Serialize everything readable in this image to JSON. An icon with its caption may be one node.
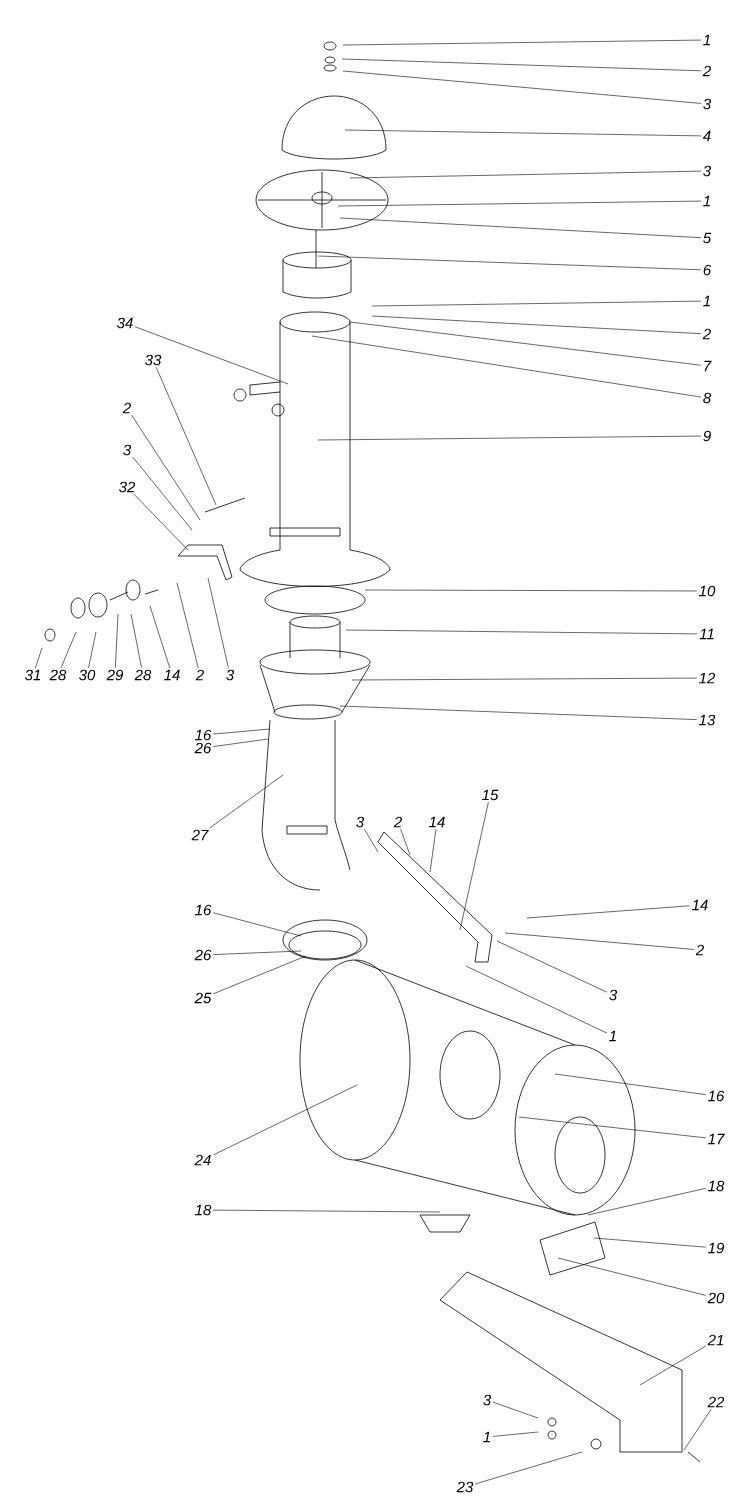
{
  "diagram": {
    "nodes": [
      {
        "text": [
          "1"
        ]
      },
      {
        "text": [
          "2"
        ]
      },
      {
        "text": [
          "3"
        ]
      },
      {
        "text": [
          "4"
        ]
      },
      {
        "text": [
          "3"
        ]
      },
      {
        "text": [
          "1"
        ]
      },
      {
        "text": [
          "5"
        ]
      },
      {
        "text": [
          "6"
        ]
      },
      {
        "text": [
          "1"
        ]
      },
      {
        "text": [
          "2"
        ]
      },
      {
        "text": [
          "7"
        ]
      },
      {
        "text": [
          "8"
        ]
      },
      {
        "text": [
          "9"
        ]
      },
      {
        "text": [
          "10"
        ]
      },
      {
        "text": [
          "11"
        ]
      },
      {
        "text": [
          "12"
        ]
      },
      {
        "text": [
          "13"
        ]
      },
      {
        "text": [
          "34"
        ]
      },
      {
        "text": [
          "33"
        ]
      },
      {
        "text": [
          "2"
        ]
      },
      {
        "text": [
          "3"
        ]
      },
      {
        "text": [
          "32"
        ]
      },
      {
        "text": [
          "31"
        ]
      },
      {
        "text": [
          "28"
        ]
      },
      {
        "text": [
          "30"
        ]
      },
      {
        "text": [
          "29"
        ]
      },
      {
        "text": [
          "28"
        ]
      },
      {
        "text": [
          "14"
        ]
      },
      {
        "text": [
          "2"
        ]
      },
      {
        "text": [
          "3"
        ]
      },
      {
        "text": [
          "16"
        ]
      },
      {
        "text": [
          "26"
        ]
      },
      {
        "text": [
          "27"
        ]
      },
      {
        "text": [
          "3"
        ]
      },
      {
        "text": [
          "2"
        ]
      },
      {
        "text": [
          "14"
        ]
      },
      {
        "text": [
          "15"
        ]
      },
      {
        "text": [
          "14"
        ]
      },
      {
        "text": [
          "2"
        ]
      },
      {
        "text": [
          "3"
        ]
      },
      {
        "text": [
          "1"
        ]
      },
      {
        "text": [
          "16"
        ]
      },
      {
        "text": [
          "26"
        ]
      },
      {
        "text": [
          "25"
        ]
      },
      {
        "text": [
          "16"
        ]
      },
      {
        "text": [
          "24"
        ]
      },
      {
        "text": [
          "17"
        ]
      },
      {
        "text": [
          "18"
        ]
      },
      {
        "text": [
          "18"
        ]
      },
      {
        "text": [
          "19"
        ]
      },
      {
        "text": [
          "20"
        ]
      },
      {
        "text": [
          "21"
        ]
      },
      {
        "text": [
          "3"
        ]
      },
      {
        "text": [
          "1"
        ]
      },
      {
        "text": [
          "22"
        ]
      },
      {
        "text": [
          "23"
        ]
      }
    ],
    "edges": [
      {
        "from": 0,
        "to": null,
        "arrow": "none"
      },
      {
        "from": 1,
        "to": null,
        "arrow": "none"
      },
      {
        "from": 2,
        "to": null,
        "arrow": "none"
      },
      {
        "from": 3,
        "to": null,
        "arrow": "none"
      },
      {
        "from": 4,
        "to": null,
        "arrow": "none"
      },
      {
        "from": 5,
        "to": null,
        "arrow": "none"
      },
      {
        "from": 6,
        "to": null,
        "arrow": "none"
      },
      {
        "from": 7,
        "to": null,
        "arrow": "none"
      },
      {
        "from": 8,
        "to": null,
        "arrow": "none"
      },
      {
        "from": 9,
        "to": null,
        "arrow": "none"
      },
      {
        "from": 10,
        "to": null,
        "arrow": "none"
      },
      {
        "from": 11,
        "to": null,
        "arrow": "none"
      },
      {
        "from": 12,
        "to": null,
        "arrow": "none"
      },
      {
        "from": 13,
        "to": null,
        "arrow": "none"
      },
      {
        "from": 14,
        "to": null,
        "arrow": "none"
      },
      {
        "from": 15,
        "to": null,
        "arrow": "none"
      },
      {
        "from": 16,
        "to": null,
        "arrow": "none"
      },
      {
        "from": 17,
        "to": null,
        "arrow": "none"
      },
      {
        "from": 18,
        "to": null,
        "arrow": "none"
      },
      {
        "from": 19,
        "to": null,
        "arrow": "none"
      },
      {
        "from": 20,
        "to": null,
        "arrow": "none"
      },
      {
        "from": 21,
        "to": null,
        "arrow": "none"
      },
      {
        "from": 22,
        "to": null,
        "arrow": "none"
      },
      {
        "from": 23,
        "to": null,
        "arrow": "none"
      },
      {
        "from": 24,
        "to": null,
        "arrow": "none"
      },
      {
        "from": 25,
        "to": null,
        "arrow": "none"
      },
      {
        "from": 26,
        "to": null,
        "arrow": "none"
      },
      {
        "from": 27,
        "to": null,
        "arrow": "none"
      },
      {
        "from": 28,
        "to": null,
        "arrow": "none"
      },
      {
        "from": 29,
        "to": null,
        "arrow": "none"
      },
      {
        "from": 30,
        "to": null,
        "arrow": "none"
      },
      {
        "from": 31,
        "to": null,
        "arrow": "none"
      },
      {
        "from": 32,
        "to": null,
        "arrow": "none"
      },
      {
        "from": 33,
        "to": null,
        "arrow": "none"
      },
      {
        "from": 34,
        "to": null,
        "arrow": "none"
      },
      {
        "from": 35,
        "to": null,
        "arrow": "none"
      },
      {
        "from": 36,
        "to": null,
        "arrow": "none"
      },
      {
        "from": 37,
        "to": null,
        "arrow": "none"
      },
      {
        "from": 38,
        "to": null,
        "arrow": "none"
      },
      {
        "from": 39,
        "to": null,
        "arrow": "none"
      },
      {
        "from": 40,
        "to": null,
        "arrow": "none"
      },
      {
        "from": 41,
        "to": null,
        "arrow": "none"
      },
      {
        "from": 42,
        "to": null,
        "arrow": "none"
      },
      {
        "from": 43,
        "to": null,
        "arrow": "none"
      },
      {
        "from": 44,
        "to": null,
        "arrow": "none"
      },
      {
        "from": 45,
        "to": null,
        "arrow": "none"
      },
      {
        "from": 46,
        "to": null,
        "arrow": "none"
      },
      {
        "from": 47,
        "to": null,
        "arrow": "none"
      },
      {
        "from": 48,
        "to": null,
        "arrow": "none"
      },
      {
        "from": 49,
        "to": null,
        "arrow": "none"
      },
      {
        "from": 50,
        "to": null,
        "arrow": "none"
      },
      {
        "from": 51,
        "to": null,
        "arrow": "none"
      },
      {
        "from": 52,
        "to": null,
        "arrow": "none"
      },
      {
        "from": 53,
        "to": null,
        "arrow": "none"
      },
      {
        "from": 54,
        "to": null,
        "arrow": "none"
      },
      {
        "from": 55,
        "to": null,
        "arrow": "none"
      }
    ]
  }
}
